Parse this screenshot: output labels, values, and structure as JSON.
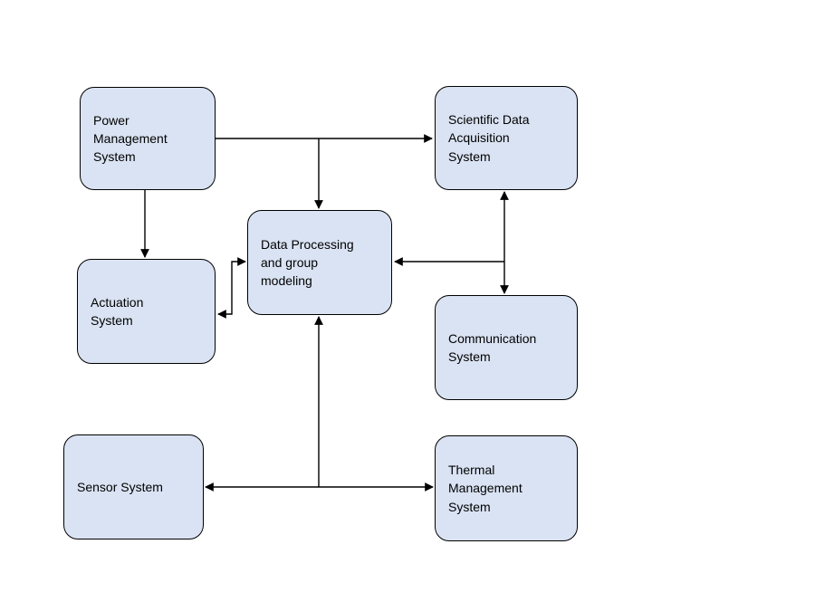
{
  "diagram": {
    "colors": {
      "node_fill": "#dae3f3",
      "node_border": "#000000",
      "arrow_color": "#000000",
      "background": "#ffffff"
    },
    "nodes": {
      "power": {
        "label": "Power Management System"
      },
      "scientific": {
        "label": "Scientific Data Acquisition System"
      },
      "data_processing": {
        "label": "Data Processing and group modeling"
      },
      "actuation": {
        "label": "Actuation System"
      },
      "communication": {
        "label": "Communication System"
      },
      "sensor": {
        "label": "Sensor System"
      },
      "thermal": {
        "label": "Thermal Management System"
      }
    },
    "connections": [
      {
        "from": "power",
        "to": "scientific",
        "bidirectional": false
      },
      {
        "from": "power",
        "to": "data_processing",
        "bidirectional": false
      },
      {
        "from": "power",
        "to": "actuation",
        "bidirectional": false
      },
      {
        "from": "actuation",
        "to": "data_processing",
        "bidirectional": true
      },
      {
        "from": "scientific",
        "to": "communication",
        "bidirectional": true
      },
      {
        "from": "communication",
        "to": "data_processing",
        "bidirectional": false
      },
      {
        "from": "sensor",
        "to": "thermal",
        "bidirectional": true
      },
      {
        "from": "thermal",
        "to": "data_processing",
        "bidirectional": false
      }
    ]
  }
}
